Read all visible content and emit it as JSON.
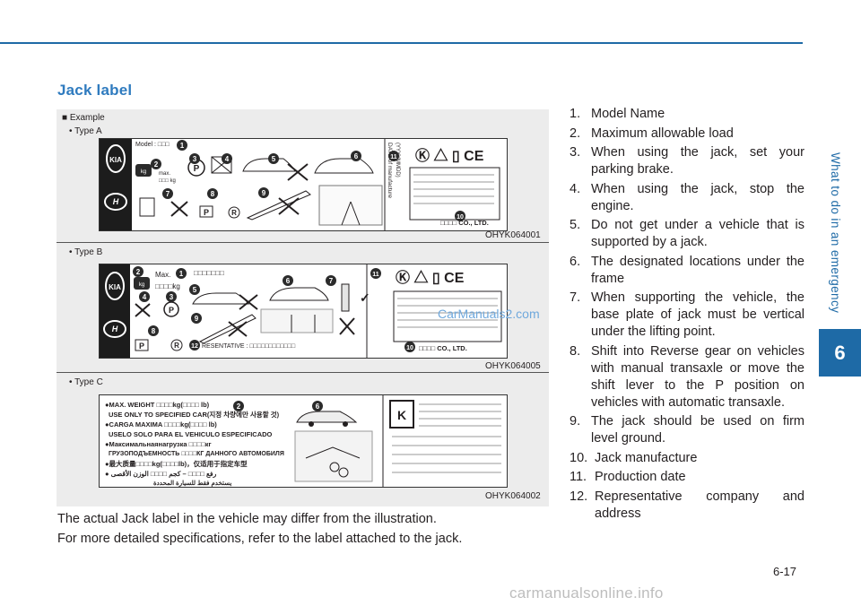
{
  "section_title": "Jack label",
  "chapter": {
    "side_label": "What to do in an emergency",
    "number": "6"
  },
  "figure": {
    "example_label": "Example",
    "panels": [
      {
        "type_label": "Type A",
        "code": "OHYK064001",
        "card": {
          "model": "Model : □□□",
          "max": "max.",
          "kg": "□□□ kg",
          "date_line1": "DATE of manufacture",
          "date_line2": "(YYYYMMDD)",
          "company": "□□□□ CO., LTD."
        }
      },
      {
        "type_label": "Type B",
        "code": "OHYK064005",
        "card": {
          "max": "Max.",
          "kg": "□□□□kg",
          "boxes": "□□□□□□□",
          "rep": "RESENTATIVE : □□□□□□□□□□□□",
          "company": "□□□□ CO., LTD."
        }
      },
      {
        "type_label": "Type C",
        "code": "OHYK064002",
        "card": {
          "lines": [
            "●MAX. WEIGHT □□□□kg(□□□□ lb)",
            "USE ONLY TO SPECIFIED CAR(지정 차량에만 사용할 것)",
            "●CARGA MAXIMA □□□□kg(□□□□ lb)",
            "USELO SOLO PARA EL VEHICULO ESPECIFICADO",
            "●Максимальнаянагрузка □□□□кг",
            "ГРУЗОПОДЪЕМНОСТЬ □□□□КГ ДАННОГО АВТОМОБИЛЯ",
            "●最大质量□□□□kg(□□□□lb)，仅适用于指定车型",
            "● رفع □□□□ – كجم □□□□ الوزن الأقصى",
            "يستخدم فقط للسيارة المحددة"
          ]
        }
      }
    ]
  },
  "list": [
    {
      "num": "1.",
      "text": "Model Name"
    },
    {
      "num": "2.",
      "text": "Maximum allowable load"
    },
    {
      "num": "3.",
      "text": "When using the jack, set your parking brake."
    },
    {
      "num": "4.",
      "text": "When using the jack, stop the engine."
    },
    {
      "num": "5.",
      "text": "Do not get under a vehicle that is supported by a jack."
    },
    {
      "num": "6.",
      "text": "The designated locations under the frame"
    },
    {
      "num": "7.",
      "text": "When supporting the vehicle, the base plate of jack must be vertical under the lifting point."
    },
    {
      "num": "8.",
      "text": "Shift into Reverse gear on vehicles with manual transaxle or move the shift lever to the P position on vehicles with automatic transaxle."
    },
    {
      "num": "9.",
      "text": "The jack should be used on firm level ground."
    },
    {
      "num": "10.",
      "text": "Jack manufacture"
    },
    {
      "num": "11.",
      "text": "Production date"
    },
    {
      "num": "12.",
      "text": "Representative company and address"
    }
  ],
  "captions": [
    "The actual Jack label in the vehicle may differ from the illustration.",
    "For more detailed specifications, refer to the label attached to the jack."
  ],
  "page_number": "6-17",
  "watermarks": {
    "overlay": "CarManuals2.com",
    "footer": "carmanualsonline.info"
  },
  "colors": {
    "accent": "#1e6aa6",
    "title": "#2f7bbf",
    "panel": "#ececec",
    "badge": "#2b2b2b"
  }
}
